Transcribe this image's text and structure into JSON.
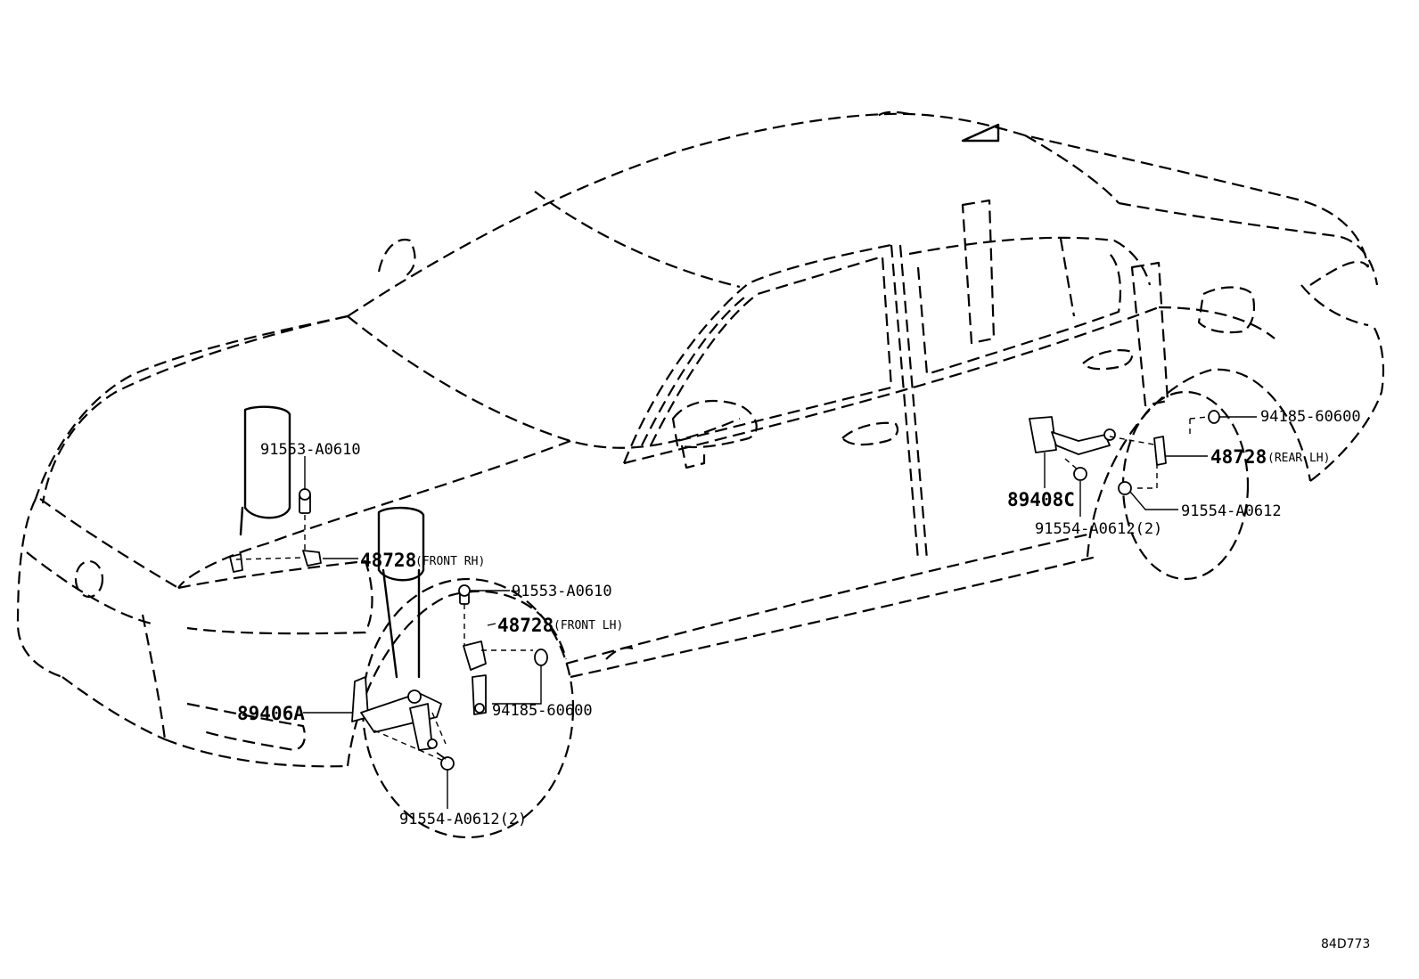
{
  "diagram": {
    "figure_id": "84D773",
    "callouts": {
      "bolt_front_rh": "91553-A0610",
      "link_front_rh_number": "48728",
      "link_front_rh_note": "(FRONT RH)",
      "bolt_front_lh": "91553-A0610",
      "link_front_lh_number": "48728",
      "link_front_lh_note": "(FRONT LH)",
      "sensor_front": "89406A",
      "nut_front": "94185-60600",
      "bolt_front_lower": "91554-A0612(2)",
      "sensor_rear": "89408C",
      "nut_rear": "94185-60600",
      "link_rear_lh_number": "48728",
      "link_rear_lh_note": "(REAR LH)",
      "bolt_rear": "91554-A0612",
      "bolt_rear_lower": "91554-A0612(2)"
    }
  }
}
